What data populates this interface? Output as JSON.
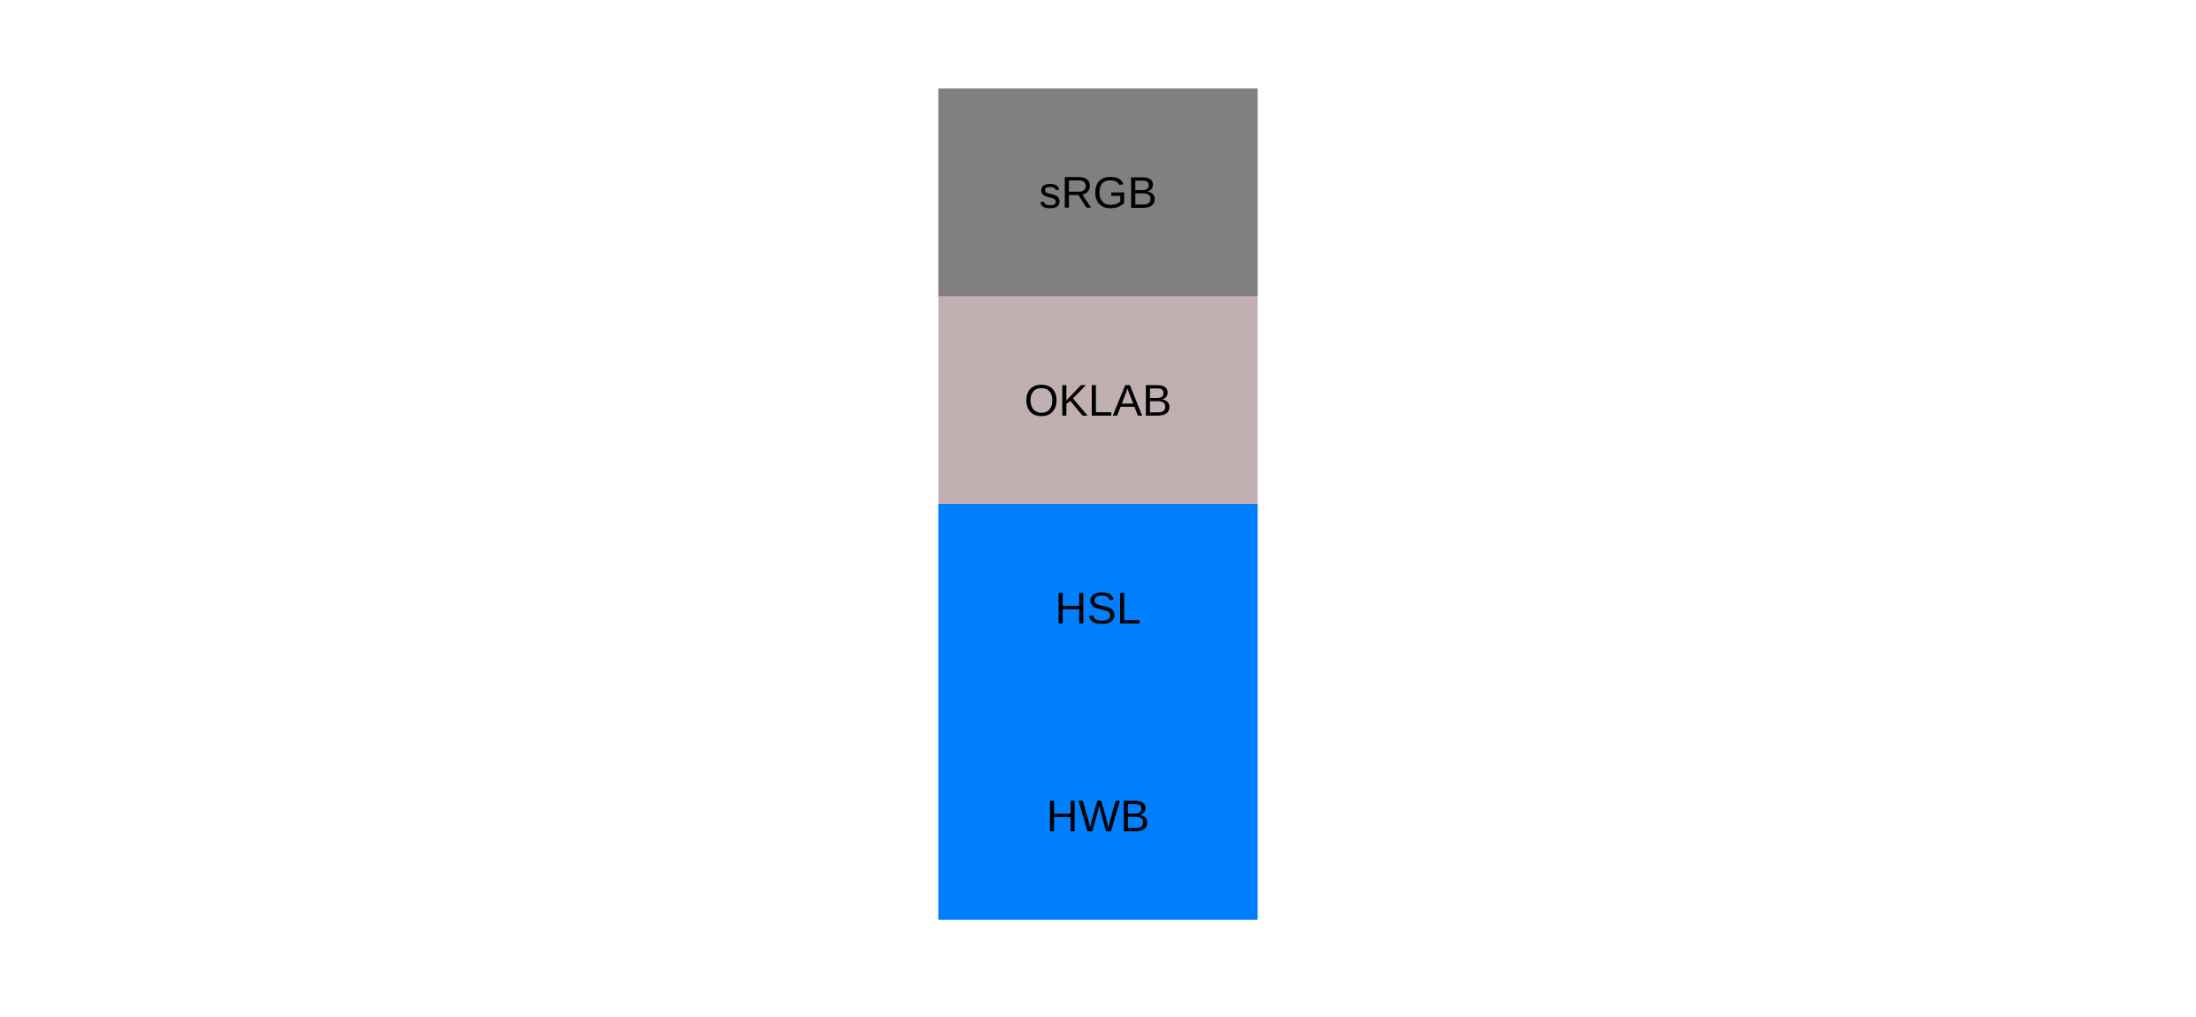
{
  "page": {
    "background_color": "#ffffff",
    "text_color": "#000000"
  },
  "swatches": [
    {
      "label": "sRGB",
      "color": "#808080"
    },
    {
      "label": "OKLAB",
      "color": "#c2afb2"
    },
    {
      "label": "HSL",
      "color": "#0080ff"
    },
    {
      "label": "HWB",
      "color": "#0080ff"
    }
  ]
}
